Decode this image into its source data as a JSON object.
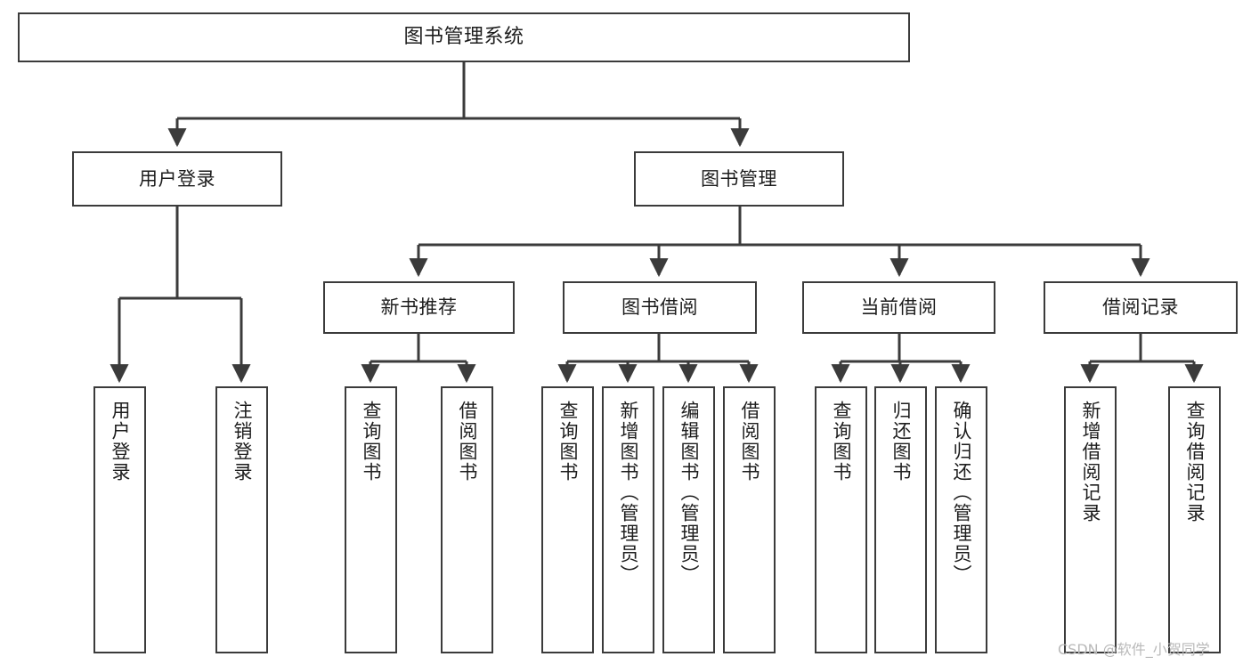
{
  "diagram": {
    "title": "图书管理系统",
    "type": "tree-hierarchy-diagram",
    "colors": {
      "box_border": "#3b3b3b",
      "box_fill": "#ffffff",
      "connector": "#3b3b3b",
      "text": "#1d1d1d",
      "watermark": "#b9b9b9",
      "background": "#ffffff"
    },
    "root": {
      "label": "图书管理系统"
    },
    "level2": [
      {
        "label": "用户登录"
      },
      {
        "label": "图书管理"
      }
    ],
    "level3": [
      {
        "label": "新书推荐"
      },
      {
        "label": "图书借阅"
      },
      {
        "label": "当前借阅"
      },
      {
        "label": "借阅记录"
      }
    ],
    "leaves": {
      "user_login": [
        {
          "label": "用户登录"
        },
        {
          "label": "注销登录"
        }
      ],
      "new_book_recommend": [
        {
          "label": "查询图书"
        },
        {
          "label": "借阅图书"
        }
      ],
      "book_borrow": [
        {
          "label": "查询图书"
        },
        {
          "label": "新增图书（管理员）"
        },
        {
          "label": "编辑图书（管理员）"
        },
        {
          "label": "借阅图书"
        }
      ],
      "current_borrow": [
        {
          "label": "查询图书"
        },
        {
          "label": "归还图书"
        },
        {
          "label": "确认归还（管理员）"
        }
      ],
      "borrow_record": [
        {
          "label": "新增借阅记录"
        },
        {
          "label": "查询借阅记录"
        }
      ]
    }
  },
  "watermark": {
    "text": "CSDN @软件_小贺同学"
  }
}
